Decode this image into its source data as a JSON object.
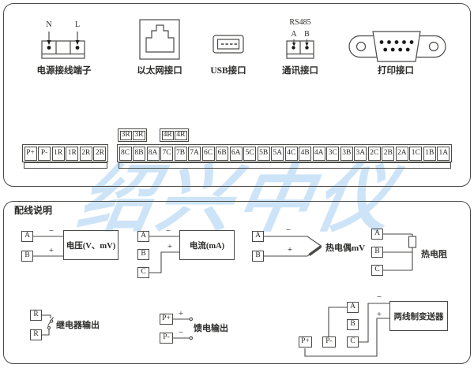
{
  "watermark": {
    "text": "绍兴中仪",
    "color": "#cde4f8"
  },
  "line_color": "#4a4a47",
  "top_panel": {
    "power": {
      "n": "N",
      "l": "L",
      "label": "电源接线端子"
    },
    "ethernet": {
      "label": "以太网接口"
    },
    "usb": {
      "label": "USB接口"
    },
    "comm": {
      "title": "RS485",
      "a": "A",
      "b": "B",
      "label": "通讯接口"
    },
    "printer": {
      "label": "打印接口"
    },
    "strip": {
      "group3": [
        "3R",
        "3R"
      ],
      "group4": [
        "4R",
        "4R"
      ],
      "left": [
        "P+",
        "P-",
        "1R",
        "1R",
        "2R",
        "2R"
      ],
      "right": [
        "8C",
        "8B",
        "8A",
        "7C",
        "7B",
        "7A",
        "6C",
        "6B",
        "6A",
        "5C",
        "5B",
        "5A",
        "4C",
        "4B",
        "4A",
        "3C",
        "3B",
        "3A",
        "2C",
        "2B",
        "2A",
        "1C",
        "1B",
        "1A"
      ]
    }
  },
  "bottom_panel": {
    "title": "配线说明",
    "sign": {
      "plus": "+",
      "minus": "−"
    },
    "voltage": {
      "terminals": [
        "A",
        "B"
      ],
      "label": "电压(V、mV)"
    },
    "current": {
      "terminals": [
        "A",
        "B",
        "C"
      ],
      "label": "电流(mA)"
    },
    "thermocouple": {
      "terminals": [
        "A",
        "B"
      ],
      "label": "热电偶mV"
    },
    "rtd": {
      "terminals": [
        "A",
        "B",
        "C"
      ],
      "label": "热电阻"
    },
    "relay": {
      "terminals": [
        "R",
        "R"
      ],
      "label": "继电器输出"
    },
    "feed": {
      "terminals": [
        "P+",
        "P-"
      ],
      "label": "馈电输出"
    },
    "transmitter": {
      "terminals": [
        "A",
        "B",
        "C"
      ],
      "power_terminals": [
        "P+",
        "P-"
      ],
      "label": "两线制变送器"
    }
  }
}
